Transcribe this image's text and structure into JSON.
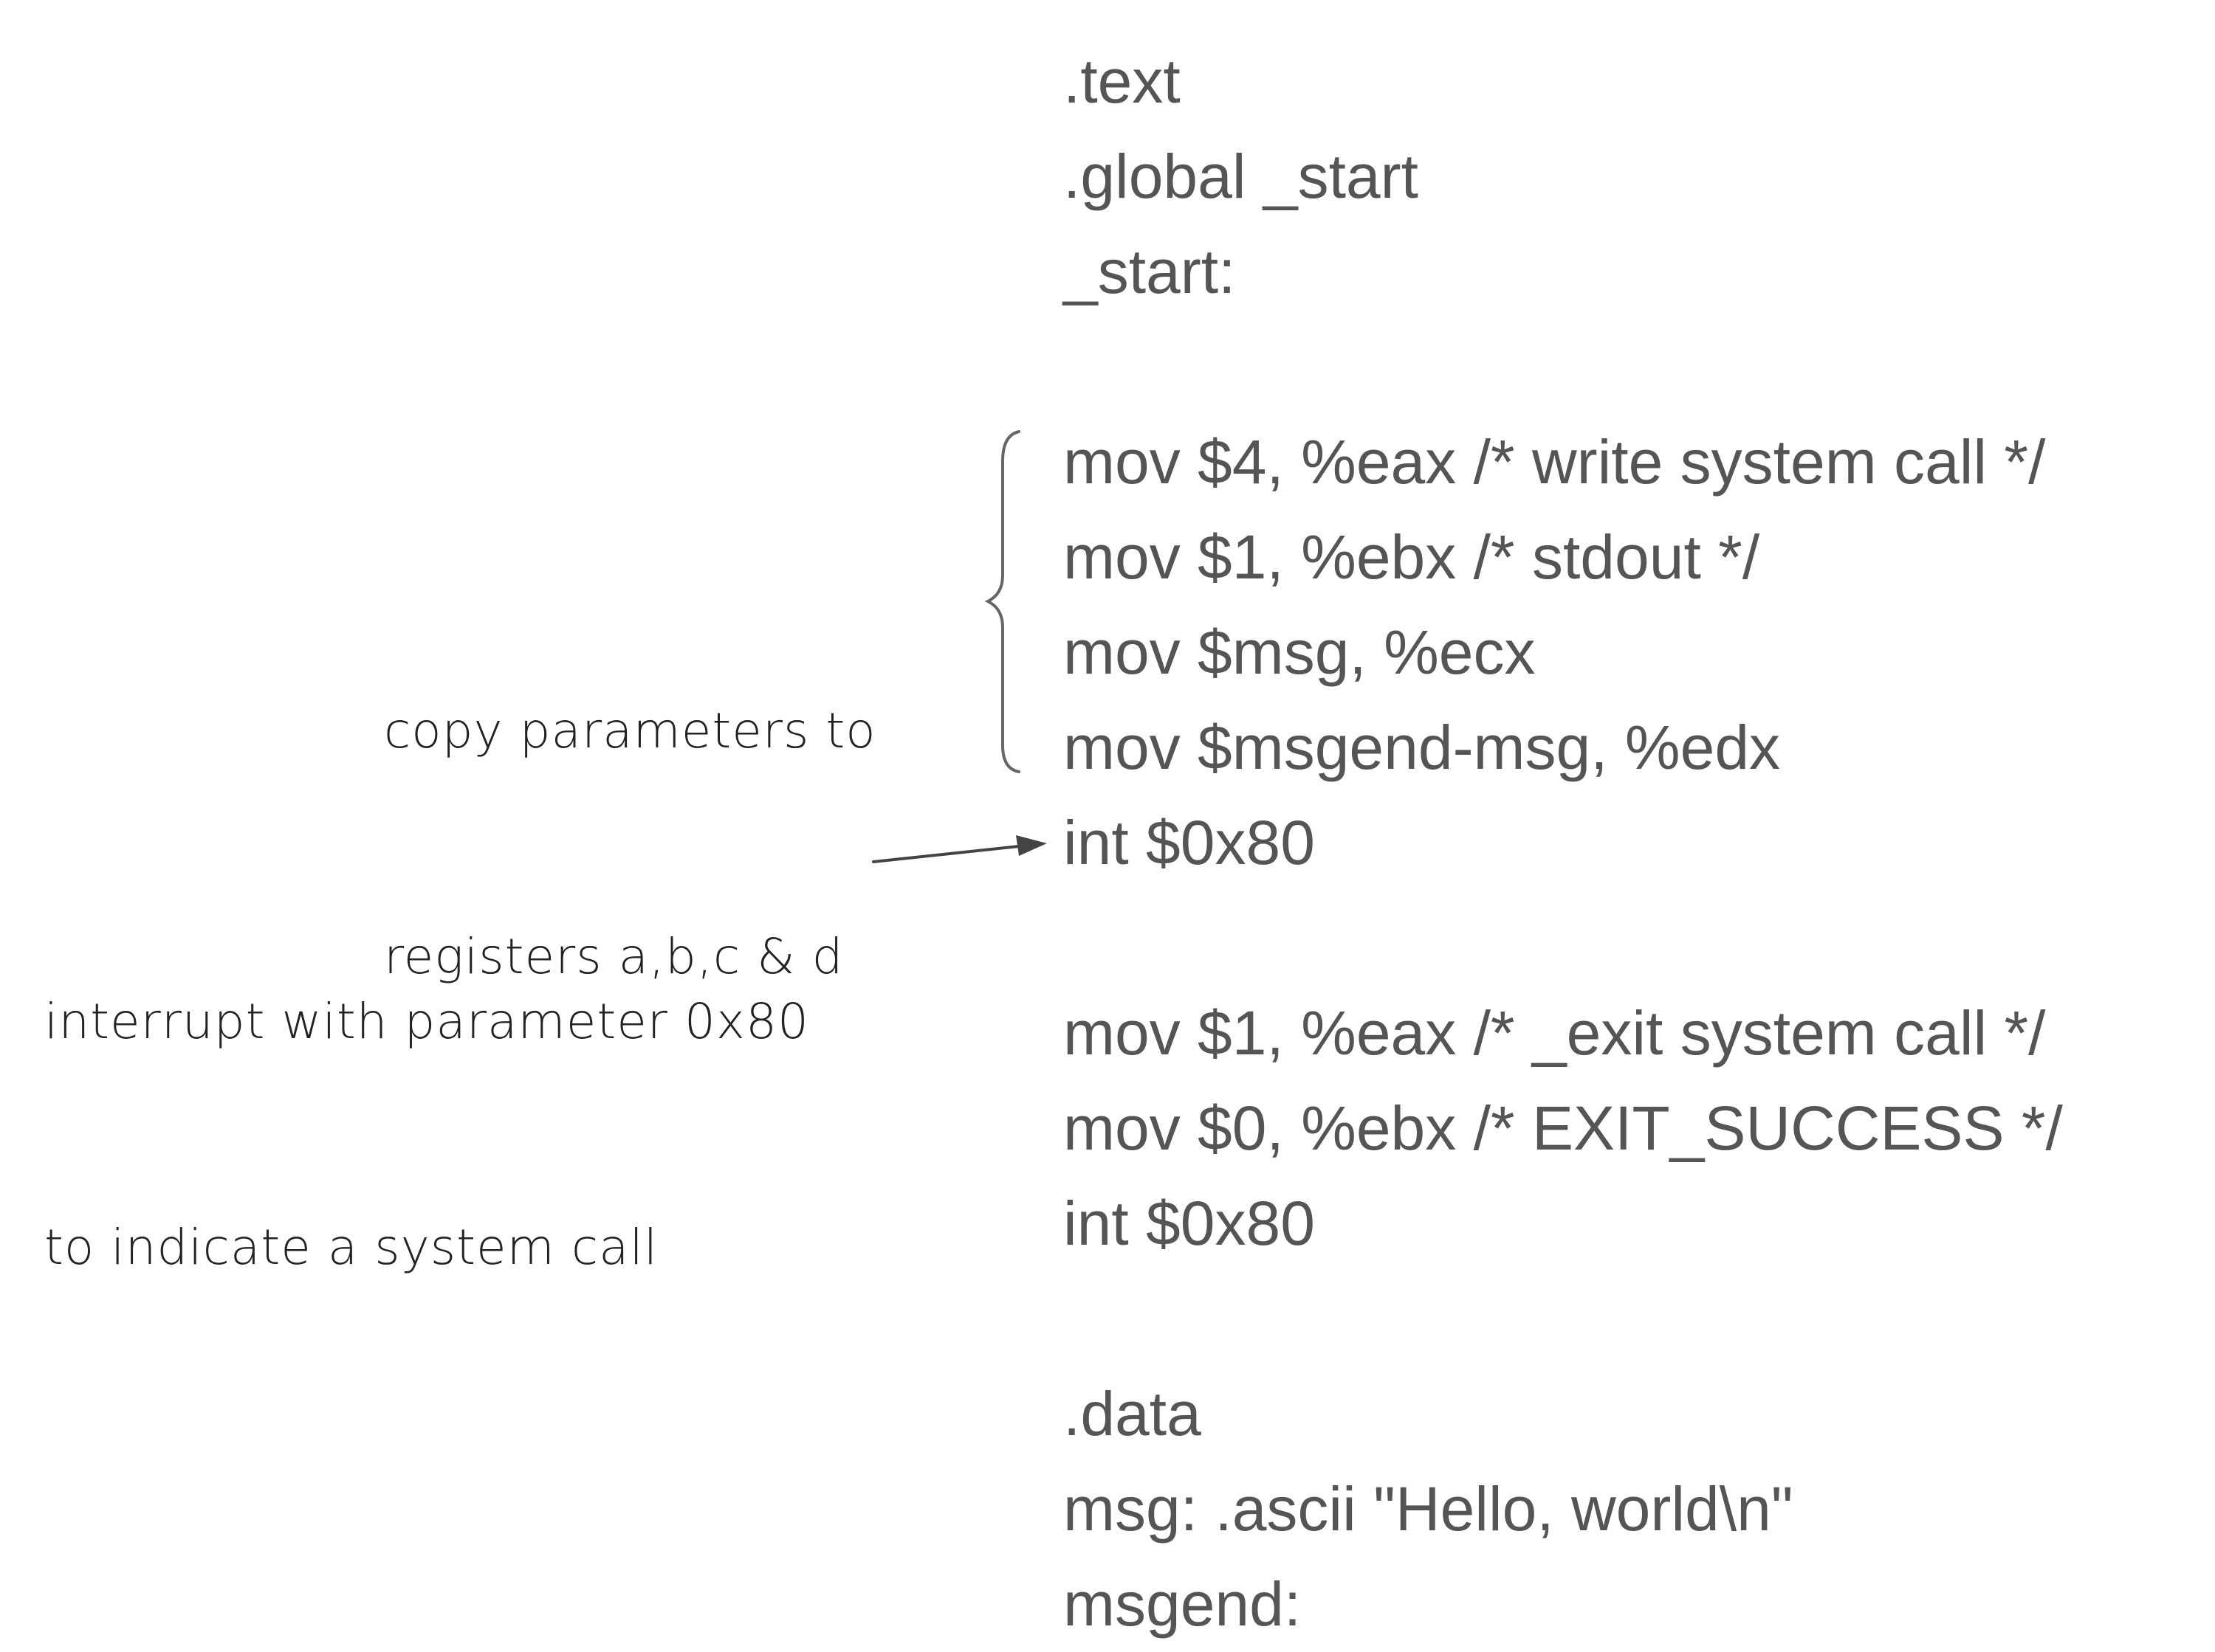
{
  "code_lines": [
    ".text",
    ".global _start",
    "_start:",
    "",
    "mov $4, %eax /* write system call */",
    "mov $1, %ebx /* stdout */",
    "mov $msg, %ecx",
    "mov $msgend-msg, %edx",
    "int $0x80",
    "",
    "mov $1, %eax /* _exit system call */",
    "mov $0, %ebx /* EXIT_SUCCESS */",
    "int $0x80",
    "",
    ".data",
    "msg: .ascii \"Hello, world\\n\"",
    "msgend:"
  ],
  "annotations": {
    "copy_params": {
      "line1": "copy parameters to",
      "line2": "registers a,b,c & d"
    },
    "interrupt": {
      "line1": "interrupt with parameter 0x80",
      "line2": "to indicate a system call"
    }
  },
  "colors": {
    "code_text": "#555555",
    "annotation_text": "#222222",
    "brace": "#666666",
    "arrow": "#444444"
  }
}
